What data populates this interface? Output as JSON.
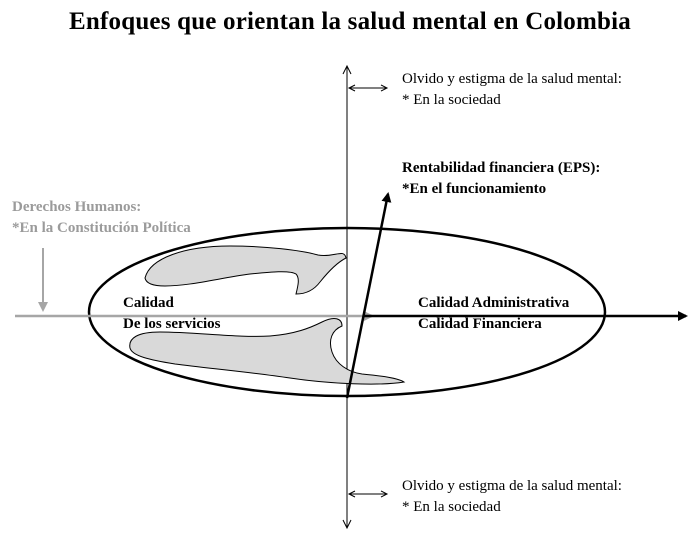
{
  "title": "Enfoques que orientan la salud mental en Colombia",
  "labels": {
    "top_right_line1": "Olvido y estigma de la salud mental:",
    "top_right_line2": "* En la sociedad",
    "rent_line1": "Rentabilidad financiera (EPS):",
    "rent_line2": "*En el funcionamiento",
    "dh_line1": "Derechos Humanos:",
    "dh_line2": "*En la Constitución Política",
    "calidad_line1": "Calidad",
    "calidad_line2": "De los servicios",
    "admin_line1": "Calidad Administrativa",
    "admin_line2": "Calidad Financiera",
    "bottom_right_line1": "Olvido y estigma de la salud mental:",
    "bottom_right_line2": "* En la sociedad"
  },
  "colors": {
    "black": "#000000",
    "gray_arrow": "#a6a6a6",
    "gray_text": "#9b9b9b",
    "blob_fill": "#d9d9d9",
    "blob_stroke": "#000000"
  }
}
